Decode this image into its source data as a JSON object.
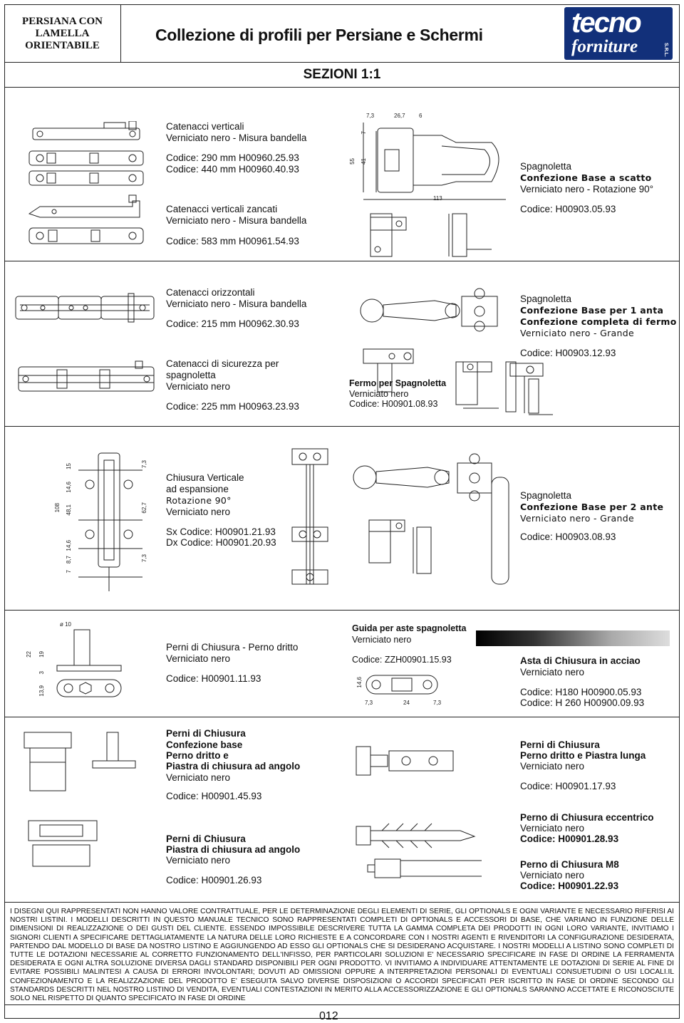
{
  "header": {
    "left_line1": "PERSIANA CON",
    "left_line2": "LAMELLA ORIENTABILE",
    "title": "Collezione di profili per Persiane e Schermi",
    "logo_line1": "tecno",
    "logo_line2": "forniture",
    "logo_line3": "S.R.L."
  },
  "section_title": "SEZIONI 1:1",
  "items": {
    "catenacci_verticali": {
      "title": "Catenacci verticali",
      "finish": "Verniciato nero - Misura bandella",
      "code1": "Codice: 290 mm H00960.25.93",
      "code2": "Codice: 440 mm H00960.40.93"
    },
    "catenacci_zancati": {
      "title": "Catenacci verticali zancati",
      "finish": "Verniciato nero - Misura bandella",
      "code": "Codice: 583 mm H00961.54.93"
    },
    "spagnoletta_scatto": {
      "title": "Spagnoletta",
      "subtitle": "Confezione Base a scatto",
      "finish": "Verniciato nero - Rotazione 90°",
      "code": "Codice: H00903.05.93",
      "dims": [
        "7,3",
        "26,7",
        "6",
        "7",
        "55",
        "41",
        "113"
      ]
    },
    "catenacci_orizzontali": {
      "title": "Catenacci orizzontali",
      "finish": "Verniciato nero - Misura bandella",
      "code": "Codice: 215 mm H00962.30.93"
    },
    "spagnoletta_1anta": {
      "title": "Spagnoletta",
      "subtitle1": "Confezione Base per 1 anta",
      "subtitle2": "Confezione completa di fermo",
      "finish": "Verniciato nero - Grande",
      "code": "Codice: H00903.12.93"
    },
    "catenacci_sicurezza": {
      "title1": "Catenacci di sicurezza per",
      "title2": "spagnoletta",
      "finish": "Verniciato nero",
      "code": "Codice: 225 mm H00963.23.93"
    },
    "fermo": {
      "title": "Fermo per Spagnoletta",
      "finish": "Verniciato nero",
      "code": "Codice: H00901.08.93"
    },
    "chiusura_verticale": {
      "title1": "Chiusura Verticale",
      "title2": "ad espansione",
      "title3": "Rotazione 90°",
      "finish": "Verniciato nero",
      "code_sx": "Sx Codice: H00901.21.93",
      "code_dx": "Dx Codice: H00901.20.93",
      "dims": [
        "108",
        "14,6",
        "15",
        "48,1",
        "8,7",
        "14,6",
        "7",
        "7,3",
        "62,7",
        "7,3"
      ]
    },
    "spagnoletta_2ante": {
      "title": "Spagnoletta",
      "subtitle": "Confezione Base per 2 ante",
      "finish": "Verniciato nero - Grande",
      "code": "Codice: H00903.08.93"
    },
    "perni_dritto": {
      "title": "Perni di Chiusura - Perno dritto",
      "finish": "Verniciato nero",
      "code": "Codice: H00901.11.93",
      "dims": [
        "ø 10",
        "22",
        "19",
        "3",
        "13,9"
      ]
    },
    "guida": {
      "title": "Guida per aste spagnoletta",
      "finish": "Verniciato nero",
      "code": "Codice:  ZZH00901.15.93",
      "dims": [
        "14,6",
        "7,3",
        "24",
        "7,3"
      ]
    },
    "asta": {
      "title": "Asta di Chiusura in acciao",
      "finish": "Verniciato nero",
      "code1": "Codice: H180 H00900.05.93",
      "code2": "Codice: H 260 H00900.09.93"
    },
    "perni_base": {
      "title1": "Perni di Chiusura",
      "title2": "Confezione base",
      "title3": "Perno dritto e",
      "title4": "Piastra di chiusura ad angolo",
      "finish": "Verniciato nero",
      "code": "Codice: H00901.45.93"
    },
    "perni_piastra_lunga": {
      "title1": "Perni di Chiusura",
      "title2": "Perno dritto e Piastra lunga",
      "finish": "Verniciato nero",
      "code": "Codice: H00901.17.93"
    },
    "perni_piastra_angolo": {
      "title1": "Perni di Chiusura",
      "title2": "Piastra di chiusura ad angolo",
      "finish": "Verniciato nero",
      "code": "Codice: H00901.26.93"
    },
    "perno_eccentrico": {
      "title": "Perno di Chiusura eccentrico",
      "finish": "Verniciato nero",
      "code": "Codice: H00901.28.93"
    },
    "perno_m8": {
      "title": "Perno di Chiusura M8",
      "finish": "Verniciato nero",
      "code": "Codice: H00901.22.93"
    }
  },
  "disclaimer": "I DISEGNI QUI RAPPRESENTATI NON HANNO VALORE CONTRATTUALE, PER LE DETERMINAZIONE DEGLI ELEMENTI DI SERIE, GLI OPTIONALS E OGNI VARIANTE E NECESSARIO RIFERISI AI NOSTRI LISTINI. I MODELLI DESCRITTI IN QUESTO MANUALE TECNICO SONO RAPPRESENTATI COMPLETI DI OPTIONALS E ACCESSORI DI BASE, CHE VARIANO IN FUNZIONE DELLE DIMENSIONI DI REALIZZAZIONE O DEI GUSTI DEL CLIENTE. ESSENDO IMPOSSIBILE DESCRIVERE TUTTA LA GAMMA COMPLETA DEI PRODOTTI IN OGNI LORO VARIANTE, INVITIAMO I SIGNORI CLIENTI A SPECIFICARE DETTAGLIATAMENTE LA NATURA DELLE LORO RICHIESTE E A CONCORDARE CON I NOSTRI AGENTI E RIVENDITORI LA CONFIGURAZIONE DESIDERATA, PARTENDO DAL MODELLO DI BASE DA NOSTRO LISTINO E AGGIUNGENDO AD ESSO GLI OPTIONALS CHE SI DESIDERANO ACQUISTARE. I NOSTRI MODELLI A LISTINO SONO COMPLETI DI TUTTE LE DOTAZIONI NECESSARIE AL CORRETTO FUNZIONAMENTO DELL'INFISSO, PER PARTICOLARI SOLUZIONI E' NECESSARIO SPECIFICARE IN FASE DI ORDINE LA FERRAMENTA DESIDERATA E OGNI ALTRA SOLUZIONE DIVERSA DAGLI STANDARD DISPONIBILI PER OGNI PRODOTTO. VI INVITIAMO A INDIVIDUARE ATTENTAMENTE LE DOTAZIONI DI SERIE AL FINE DI EVITARE POSSIBILI MALINTESI A CAUSA DI ERRORI INVOLONTARI; DOVUTI AD OMISSIONI OPPURE A INTERPRETAZIONI PERSONALI DI EVENTUALI CONSUETUDINI O USI LOCALI.IL CONFEZIONAMENTO E LA REALIZZAZIONE DEL PRODOTTO E' ESEGUITA SALVO DIVERSE DISPOSIZIONI O ACCORDI SPECIFICATI PER ISCRITTO IN FASE DI ORDINE SECONDO GLI STANDARDS DESCRITTI NEL NOSTRO LISTINO DI VENDITA, EVENTUALI CONTESTAZIONI IN MERITO ALLA ACCESSORIZZAZIONE E GLI OPTIONALS SARANNO ACCETTATE E RICONOSCIUTE SOLO NEL RISPETTO DI QUANTO SPECIFICATO IN FASE DI ORDINE",
  "page_number": "012"
}
